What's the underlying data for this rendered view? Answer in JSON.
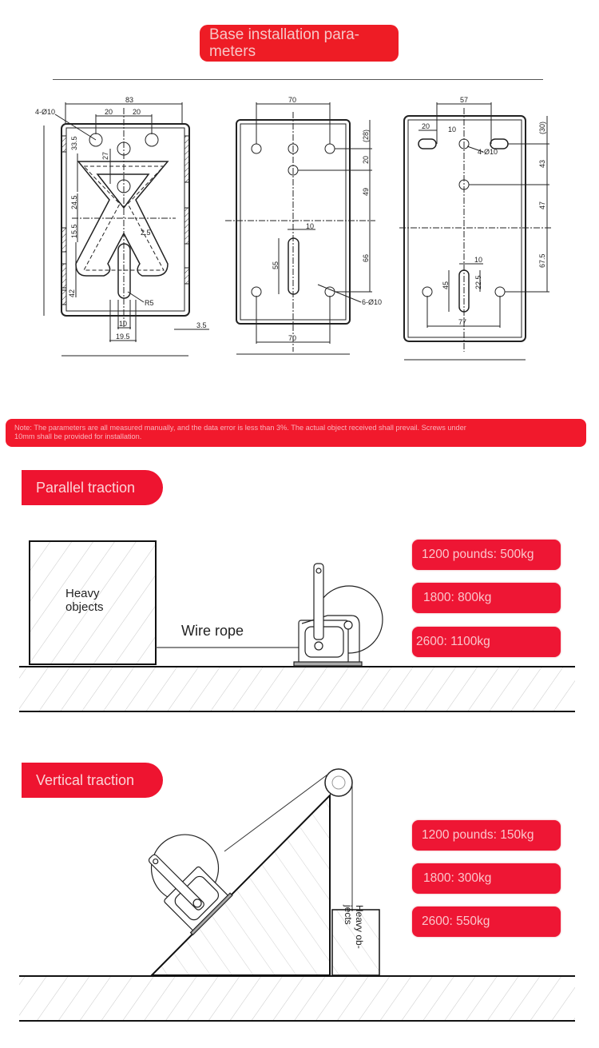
{
  "header": {
    "title": "Base installation parameters",
    "title_line1": "Base installation para-",
    "title_line2": "meters"
  },
  "drawings": {
    "left": {
      "overall_width": "83",
      "hole_spacing_1": "20",
      "hole_spacing_2": "20",
      "holes": "4-Ø10",
      "dim_33_5": "33.5",
      "dim_27": "27",
      "dim_24_5": "24.5",
      "dim_15_5": "15.5",
      "dim_2_5": "2.5",
      "dim_42": "42",
      "slot_radius": "R5",
      "slot_width": "10",
      "slot_outer": "19.5",
      "edge_offset": "3.5"
    },
    "middle": {
      "top_width": "70",
      "bottom_width": "70",
      "dim_28": "(28)",
      "dim_20": "20",
      "dim_49": "49",
      "dim_66": "66",
      "slot_width": "10",
      "slot_length": "55",
      "holes": "6-Ø10"
    },
    "right": {
      "top_width": "57",
      "slot_length": "20",
      "slot_width": "10",
      "holes": "4-Ø10",
      "dim_30": "(30)",
      "dim_43": "43",
      "dim_47": "47",
      "dim_67_5": "67.5",
      "center_slot_width": "10",
      "center_slot_length": "45",
      "dim_22_5": "22.5",
      "bottom_spacing": "77"
    }
  },
  "note": {
    "line1": "Note: The parameters are all measured manually, and the data error is less than 3%. The actual object received shall prevail. Screws under",
    "line2": "10mm shall be provided for installation."
  },
  "parallel": {
    "title": "Parallel traction",
    "object_label_1": "Heavy",
    "object_label_2": "objects",
    "rope_label": "Wire rope",
    "capacities": [
      {
        "label": "1200 pounds: 500kg"
      },
      {
        "label": "1800: 800kg"
      },
      {
        "label": "2600: 1100kg"
      }
    ]
  },
  "vertical": {
    "title": "Vertical traction",
    "object_label_1": "Heavy ob-",
    "object_label_2": "jects",
    "capacities": [
      {
        "label": "1200 pounds: 150kg"
      },
      {
        "label": "1800: 300kg"
      },
      {
        "label": "2600: 550kg"
      }
    ]
  },
  "colors": {
    "accent_red": "#ee1c25",
    "pill_text": "#f7c6c6",
    "line": "#222222"
  }
}
